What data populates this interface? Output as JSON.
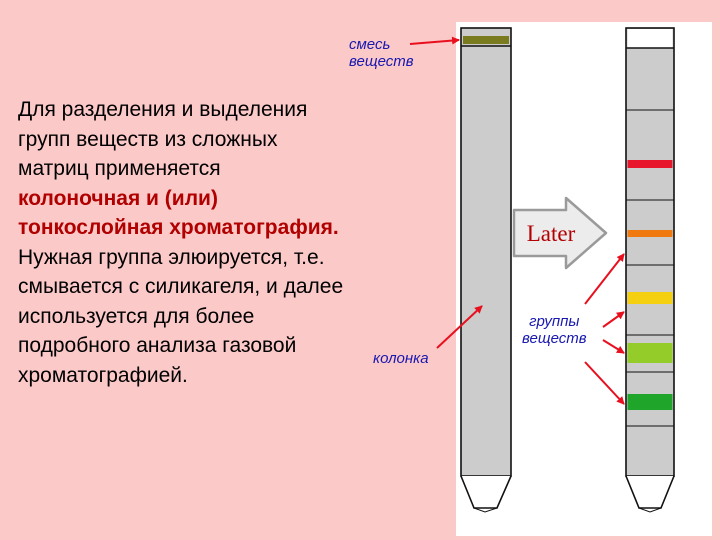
{
  "labels": {
    "mixture_line1": "смесь",
    "mixture_line2": "веществ",
    "column": "колонка",
    "groups_line1": "группы",
    "groups_line2": "веществ"
  },
  "body_text": {
    "line1": "Для разделения и выделения",
    "line2": "групп веществ из сложных",
    "line3": "матриц применяется",
    "line4": "колоночная и (или)",
    "line5": "тонкослойная хроматография.",
    "line6": "Нужная группа элюируется, т.е.",
    "line7": "смывается с силикагеля, и далее",
    "line8": "используется для более",
    "line9": "подробного анализа газовой",
    "line10": "хроматографией."
  },
  "later_arrow": {
    "text": "Later"
  },
  "colors": {
    "background": "#fcc9c9",
    "column_fill": "#cccccc",
    "mixture_band": "#7a7a1e",
    "band_red": "#e8162a",
    "band_orange": "#f07a10",
    "band_yellow": "#f5d010",
    "band_lightgreen": "#94cc2a",
    "band_green": "#1fa52a",
    "annotation_arrow": "#e8101e",
    "label_text": "#1818b0",
    "emphasis_text": "#b00000"
  }
}
